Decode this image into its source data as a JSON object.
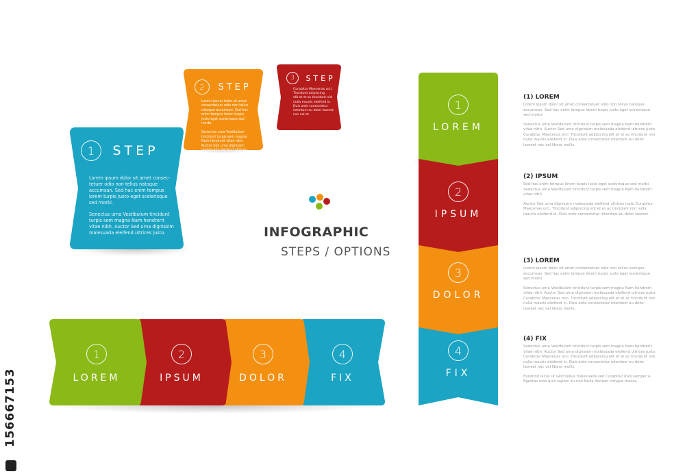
{
  "colors": {
    "green": "#8ab918",
    "red": "#b71c1c",
    "orange": "#f39012",
    "blue": "#1ba4c4",
    "title": "#3d3d3d",
    "gray_text": "#9a9a9a"
  },
  "watermark": {
    "id_text": "156667153",
    "icon": "adobe-stock-logo-icon"
  },
  "title": {
    "line1": "INFOGRAPHIC",
    "line2": "STEPS / OPTIONS",
    "logo": "colored-dots-logo-icon"
  },
  "top_steps": [
    {
      "num": "1",
      "word": "STEP",
      "text": [
        "Lorem ipsum dolor sit amet consec-",
        "tetuer odio non tellus natoque",
        "accumsan. Sed hac enim tempus",
        "lorem turpis justo eget scelerisque",
        "sed morbi.",
        "",
        "Senectus urna Vestibulum tincidunt",
        "turpis sem magna Nam hendrerit",
        "vitae nibh. Auctor Sed urna dignissim",
        "malesuada eleifend ultrices justo."
      ]
    },
    {
      "num": "2",
      "word": "STEP",
      "text": [
        "Lorem ipsum dolor sit amet",
        "consectetuer odio non tellus",
        "natoque accumsan. Sed hac",
        "enim tempus lorem turpis",
        "justo eget scelerisque sed",
        "morbi.",
        "",
        "Senectus urna Vestibulum",
        "tincidunt turpis sem magna",
        "Nam hendrerit vitae nibh.",
        "Auctor Sed urna dignissim",
        "malesuada eleifend ultrices"
      ]
    },
    {
      "num": "3",
      "word": "STEP",
      "text": [
        "Curabitur Maecenas orci.",
        "Tincidunt adipiscing",
        "elit et et ac tincidunt nisl",
        "nulla mauris eleifend in.",
        "Duis ante consectetur",
        "interdum eu dolor laoreet",
        "nec vel at."
      ]
    }
  ],
  "horizontal": [
    {
      "num": "1",
      "label": "LOREM"
    },
    {
      "num": "2",
      "label": "IPSUM"
    },
    {
      "num": "3",
      "label": "DOLOR"
    },
    {
      "num": "4",
      "label": "FIX"
    }
  ],
  "vertical": [
    {
      "num": "1",
      "label": "LOREM"
    },
    {
      "num": "2",
      "label": "IPSUM"
    },
    {
      "num": "3",
      "label": "DOLOR"
    },
    {
      "num": "4",
      "label": "FIX"
    }
  ],
  "side": [
    {
      "head": "(1) LOREM",
      "paras": [
        "Lorem ipsum dolor sit amet consectetuer odio non tellus natoque accumsan. Sed hac enim tempus lorem turpis justo eget scelerisque sed morbi.",
        "Senectus urna Vestibulum tincidunt turpis sem magna Nam hendrerit vitae nibh. Auctor Sed urna dignissim malesuada eleifend ultrices justo Curabitur Maecenas orci. Tincidunt adipiscing elit et et ac tincidunt nisl nulla mauris eleifend in. Duis ante consectetur interdum eu dolor laoreet nec vel libero mollis."
      ]
    },
    {
      "head": "(2) IPSUM",
      "paras": [
        "Sed hac enim tempus lorem turpis justo eget scelerisque sed morbi. Senectus urna Vestibulum tincidunt turpis sem magna Nam hendrerit vitae nibh.",
        "Auctor Sed urna dignissim malesuada eleifend ultrices justo Curabitur Maecenas orci. Tincidunt adipiscing elit et et ac tincidunt nisl nulla mauris eleifend in. Duis ante consectetur interdum eu dolor laoreet."
      ]
    },
    {
      "head": "(3) LOREM",
      "paras": [
        "Lorem ipsum dolor sit amet consectetuer odio non tellus natoque accumsan. Sed hac enim tempus lorem turpis justo eget scelerisque sed morbi.",
        "Senectus urna Vestibulum tincidunt turpis sem magna Nam hendrerit vitae nibh. Auctor Sed urna dignissim malesuada eleifend ultrices justo Curabitur Maecenas orci. Tincidunt adipiscing elit et et ac tincidunt nisl nulla mauris eleifend in. Duis ante consectetur interdum eu dolor laoreet nec vel libero mollis."
      ]
    },
    {
      "head": "(4) FIX",
      "paras": [
        "Senectus urna Vestibulum tincidunt turpis sem magna Nam hendrerit vitae nibh. Auctor Sed urna dignissim malesuada eleifend ultrices justo Curabitur Maecenas orci. Tincidunt adipiscing elit et et ac tincidunt nisl nulla mauris eleifend in. Duis ante consectetur interdum eu dolor laoreet nec vel libero mollis.",
        "Euismod lacus ut velit tellus malesuada sed Curabitur duis semper a. Egestas eros quis sapien eu non Nulla Aenean congue massa."
      ]
    }
  ]
}
